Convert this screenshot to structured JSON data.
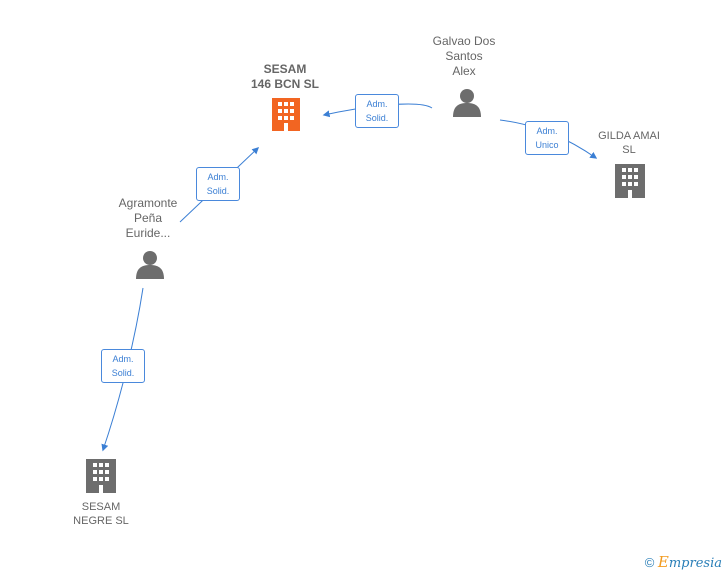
{
  "nodes": {
    "sesam146": {
      "line1": "SESAM",
      "line2": "146 BCN  SL",
      "color": "#f26522"
    },
    "galvao": {
      "line1": "Galvao Dos",
      "line2": "Santos",
      "line3": "Alex"
    },
    "gilda": {
      "line1": "GILDA AMAI",
      "line2": "SL",
      "color": "#6d6d6d"
    },
    "agramonte": {
      "line1": "Agramonte",
      "line2": "Peña",
      "line3": "Euride..."
    },
    "sesamnegre": {
      "line1": "SESAM",
      "line2": "NEGRE  SL",
      "color": "#6d6d6d"
    }
  },
  "relations": {
    "galvao_sesam146": {
      "line1": "Adm.",
      "line2": "Solid."
    },
    "galvao_gilda": {
      "line1": "Adm.",
      "line2": "Unico"
    },
    "agramonte_sesam146": {
      "line1": "Adm.",
      "line2": "Solid."
    },
    "agramonte_sesamnegre": {
      "line1": "Adm.",
      "line2": "Solid."
    }
  },
  "colors": {
    "edge": "#3b7fd4",
    "person": "#6d6d6d"
  },
  "footer": {
    "copyright_symbol": "©",
    "brand_initial": "E",
    "brand_rest": "mpresia"
  }
}
